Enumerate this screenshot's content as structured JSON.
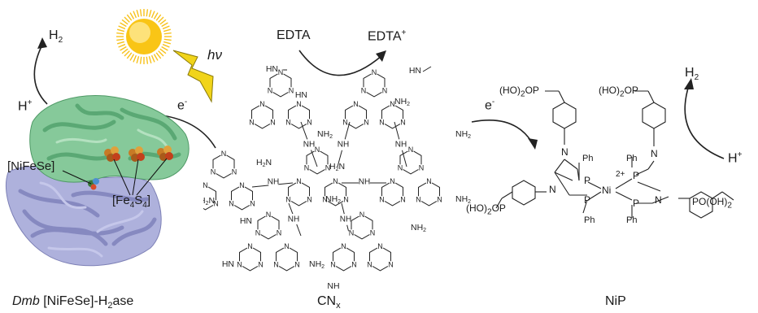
{
  "left": {
    "h2": "H",
    "h2_sub": "2",
    "hplus": "H",
    "hplus_sup": "+",
    "eminus": "e",
    "eminus_sup": "-",
    "hv": "hν",
    "nifese_label": "[NiFeSe]",
    "fe4s4_a": "[Fe",
    "fe4s4_sub1": "4",
    "fe4s4_b": "S",
    "fe4s4_sub2": "4",
    "fe4s4_c": "]",
    "caption_italic": "Dmb",
    "caption_main": " [NiFeSe]-H",
    "caption_sub": "2",
    "caption_end": "ase"
  },
  "center": {
    "edta": "EDTA",
    "edta_plus": "EDTA",
    "edta_plus_sup": "+",
    "caption": "CN",
    "caption_sub": "x",
    "hn_label": "HN",
    "nh2_label": "NH",
    "nh2_sub": "2",
    "n_atom": "N",
    "nh_label": "NH",
    "h2n_label": "H",
    "h2n_sub": "2",
    "h2n_end": "N"
  },
  "right": {
    "eminus": "e",
    "eminus_sup": "-",
    "h2": "H",
    "h2_sub": "2",
    "hplus": "H",
    "hplus_sup": "+",
    "po_left_top": "(HO)",
    "po_left_top_sub": "2",
    "po_left_top_end": "OP",
    "po_right_top": "(HO)",
    "po_right_top_sub": "2",
    "po_right_top_end": "OP",
    "po_left_bottom": "(HO)",
    "po_left_bottom_sub": "2",
    "po_left_bottom_end": "OP",
    "po_right_bottom": "PO(OH)",
    "po_right_bottom_sub": "2",
    "ph": "Ph",
    "p_atom": "P",
    "ni_atom": "Ni",
    "charge": "2+",
    "n_atom": "N",
    "caption": "NiP"
  },
  "colors": {
    "protein_green": "#7cc391",
    "protein_lavender": "#a9acd8",
    "sun": "#f7c21b",
    "bolt": "#f1d41a",
    "cluster": "#c77a26"
  }
}
